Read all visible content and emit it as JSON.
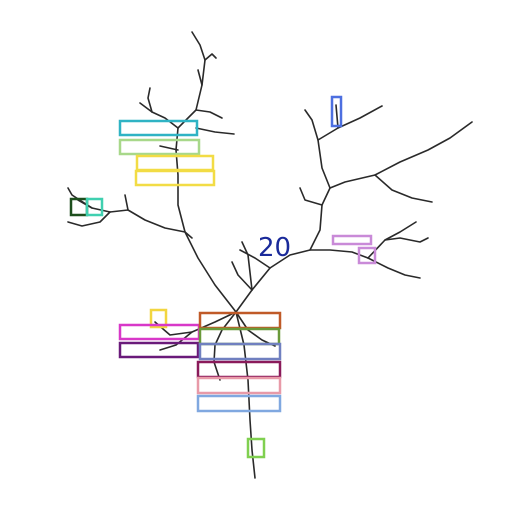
{
  "figure": {
    "label": "20"
  },
  "colors": {
    "background": "#ffffff",
    "branch": "#2a2a2a",
    "label": "#1a2a9a"
  },
  "boxes": [
    {
      "name": "box-cyan",
      "color": "#2fb3c4"
    },
    {
      "name": "box-light-green",
      "color": "#a8d88a"
    },
    {
      "name": "box-yellow-1",
      "color": "#f2dc45"
    },
    {
      "name": "box-yellow-2",
      "color": "#f2dc45"
    },
    {
      "name": "box-dark-green",
      "color": "#1d4f1d"
    },
    {
      "name": "box-teal",
      "color": "#40d0b0"
    },
    {
      "name": "box-blue-small",
      "color": "#4d6fe0"
    },
    {
      "name": "box-lavender-1",
      "color": "#c98ad8"
    },
    {
      "name": "box-lavender-2",
      "color": "#c98ad8"
    },
    {
      "name": "box-gold-small",
      "color": "#f2d640"
    },
    {
      "name": "box-magenta",
      "color": "#d838c8"
    },
    {
      "name": "box-purple",
      "color": "#6a1a7a"
    },
    {
      "name": "box-orange-brown",
      "color": "#c05a28"
    },
    {
      "name": "box-olive-green",
      "color": "#6a9a3a"
    },
    {
      "name": "box-slate-blue",
      "color": "#7080c0"
    },
    {
      "name": "box-maroon",
      "color": "#8a1a5a"
    },
    {
      "name": "box-pink",
      "color": "#e89aa8"
    },
    {
      "name": "box-cornflower",
      "color": "#80a8e0"
    },
    {
      "name": "box-lime",
      "color": "#80d050"
    }
  ]
}
